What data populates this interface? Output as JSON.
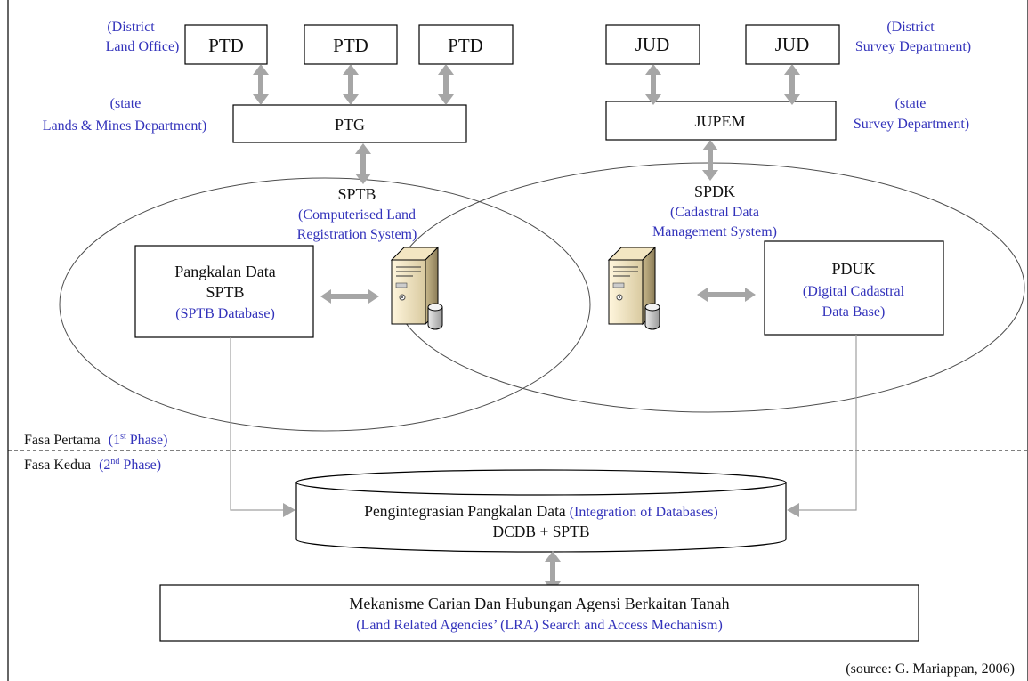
{
  "colors": {
    "note_blue": "#3333bb",
    "arrow_gray": "#a6a6a6",
    "text_black": "#111111"
  },
  "top_left": {
    "ptd_label": "PTD",
    "district_note": [
      "(District",
      "Land Office)"
    ],
    "state_note": [
      "(state",
      "Lands & Mines Department)"
    ],
    "ptg_label": "PTG"
  },
  "top_right": {
    "jud_label": "JUD",
    "district_note": [
      "(District",
      "Survey Department)"
    ],
    "state_note": [
      "(state",
      "Survey Department)"
    ],
    "jupem_label": "JUPEM"
  },
  "sptb": {
    "title": "SPTB",
    "subtitle": [
      "(Computerised Land",
      "Registration System)"
    ]
  },
  "spdk": {
    "title": "SPDK",
    "subtitle": [
      "(Cadastral Data",
      "Management System)"
    ]
  },
  "db_left": {
    "line1": "Pangkalan Data",
    "line2": "SPTB",
    "line3": "(SPTB Database)"
  },
  "db_right": {
    "line1": "PDUK",
    "line2": "(Digital Cadastral",
    "line3": "Data Base)"
  },
  "phases": {
    "first": "Fasa Pertama",
    "first_note": "(1",
    "first_sup": "st",
    "first_note_end": " Phase)",
    "second": "Fasa Kedua",
    "second_note": "(2",
    "second_sup": "nd",
    "second_note_end": " Phase)"
  },
  "integration": {
    "text": "Pengintegrasian Pangkalan Data",
    "note": " (Integration of Databases)",
    "line2": "DCDB + SPTB"
  },
  "mechanism": {
    "title": "Mekanisme Carian Dan Hubungan Agensi Berkaitan Tanah",
    "note": "(Land Related Agencies’ (LRA) Search and Access Mechanism)"
  },
  "source": "(source: G. Mariappan, 2006)",
  "icons": [
    "server-icon",
    "database-cylinder-icon",
    "double-arrow-icon"
  ]
}
